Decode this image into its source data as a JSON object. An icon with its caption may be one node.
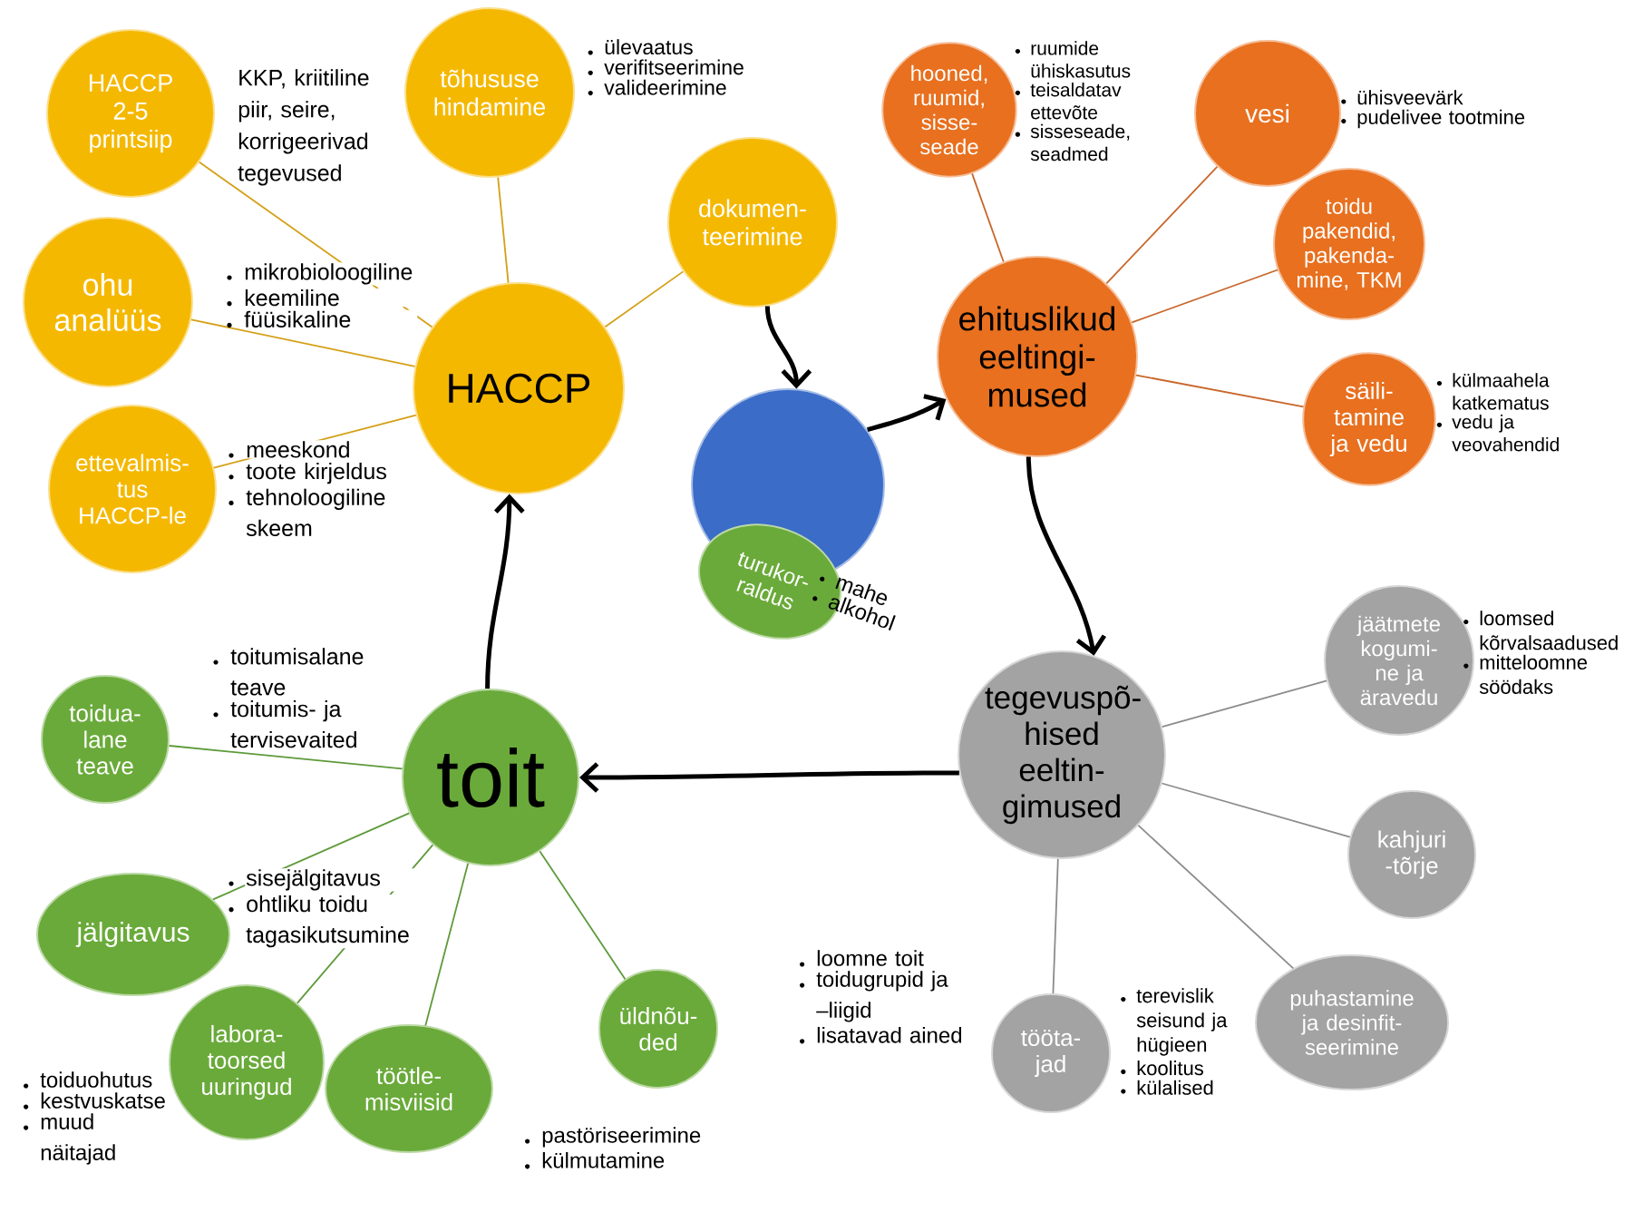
{
  "diagram": {
    "nodes": [
      {
        "text": [
          "HACCP"
        ]
      },
      {
        "text": [
          "HACCP 2-5 printsiip"
        ],
        "beside": [
          "KKP, kriitiline piir, seire, korrigeerivad tegevused"
        ]
      },
      {
        "text": [
          "tõhususe hindamine"
        ],
        "beside": [
          "ülevaatus",
          "verifitseerimine",
          "valideerimine"
        ]
      },
      {
        "text": [
          "dokumen- teerimine"
        ]
      },
      {
        "text": [
          "ohu analüüs"
        ],
        "beside": [
          "mikrobioloogiline",
          "keemiline",
          "füüsikaline"
        ]
      },
      {
        "text": [
          "ettevalmis-tus HACCP-le"
        ],
        "beside": [
          "meeskond",
          "toote kirjeldus",
          "tehnoloogiline skeem"
        ]
      },
      {
        "text": [],
        "shape": "circle"
      },
      {
        "text": [
          "turukor- raldus"
        ],
        "beside": [
          "mahe",
          "alkohol"
        ]
      },
      {
        "text": [
          "ehituslikud eeltingi- mused"
        ]
      },
      {
        "text": [
          "hooned, ruumid, sisse- seade"
        ],
        "beside": [
          "ruumide ühiskasutus",
          "teisaldatav ettevõte",
          "sisseseade, seadmed"
        ]
      },
      {
        "text": [
          "vesi"
        ],
        "beside": [
          "ühisveevärk",
          "pudelivee tootmine"
        ]
      },
      {
        "text": [
          "toidu pakendid, pakenda- mine, TKM"
        ]
      },
      {
        "text": [
          "säili- tamine ja vedu"
        ],
        "beside": [
          "külmaahela katkematus",
          "vedu ja veovahendid"
        ]
      },
      {
        "text": [
          "tegevuspõ- hised eeltin- gimused"
        ]
      },
      {
        "text": [
          "jäätmete kogumi- ne ja äravedu"
        ],
        "beside": [
          "loomsed kõrvalsaadused",
          "mitteloomne söödaks"
        ]
      },
      {
        "text": [
          "kahjuri -tõrje"
        ]
      },
      {
        "text": [
          "puhastamine ja desinfit- seerimine"
        ]
      },
      {
        "text": [
          "tööta- jad"
        ],
        "beside": [
          "terevislik seisund ja hügieen",
          "koolitus",
          "külalised"
        ]
      },
      {
        "text": [
          "toit"
        ]
      },
      {
        "text": [
          "toidua- lane teave"
        ],
        "beside": [
          "toitumisalane teave",
          "toitumis- ja tervisevaited"
        ]
      },
      {
        "text": [
          "jälgitavus"
        ],
        "beside": [
          "sisejälgitavus",
          "ohtliku toidu tagasikutsumine"
        ]
      },
      {
        "text": [
          "labora- toorsed uuringud"
        ],
        "beside": [
          "toiduohutus",
          "kestvuskatse",
          "muud näitajad"
        ]
      },
      {
        "text": [
          "töötle- misviisid"
        ],
        "beside": [
          "pastöriseerimine",
          "külmutamine"
        ]
      },
      {
        "text": [
          "üldnõu-ded"
        ],
        "beside": [
          "loomne toit",
          "toidugrupid ja –liigid",
          "lisatavad ained"
        ]
      }
    ],
    "edges": [
      {
        "from": 0,
        "to": 1,
        "arrow": "none",
        "color": "#d4a017"
      },
      {
        "from": 0,
        "to": 2,
        "arrow": "none",
        "color": "#d4a017"
      },
      {
        "from": 0,
        "to": 3,
        "arrow": "none",
        "color": "#d4a017"
      },
      {
        "from": 0,
        "to": 4,
        "arrow": "none",
        "color": "#d4a017"
      },
      {
        "from": 0,
        "to": 5,
        "arrow": "none",
        "color": "#d4a017"
      },
      {
        "from": 8,
        "to": 9,
        "arrow": "none",
        "color": "#c8662a"
      },
      {
        "from": 8,
        "to": 10,
        "arrow": "none",
        "color": "#c8662a"
      },
      {
        "from": 8,
        "to": 11,
        "arrow": "none",
        "color": "#c8662a"
      },
      {
        "from": 8,
        "to": 12,
        "arrow": "none",
        "color": "#c8662a"
      },
      {
        "from": 13,
        "to": 14,
        "arrow": "none",
        "color": "#8c8c8c"
      },
      {
        "from": 13,
        "to": 15,
        "arrow": "none",
        "color": "#8c8c8c"
      },
      {
        "from": 13,
        "to": 16,
        "arrow": "none",
        "color": "#8c8c8c"
      },
      {
        "from": 13,
        "to": 17,
        "arrow": "none",
        "color": "#8c8c8c"
      },
      {
        "from": 18,
        "to": 19,
        "arrow": "none",
        "color": "#5e9a3a"
      },
      {
        "from": 18,
        "to": 20,
        "arrow": "none",
        "color": "#5e9a3a"
      },
      {
        "from": 18,
        "to": 21,
        "arrow": "none",
        "color": "#5e9a3a"
      },
      {
        "from": 18,
        "to": 22,
        "arrow": "none",
        "color": "#5e9a3a"
      },
      {
        "from": 18,
        "to": 23,
        "arrow": "none",
        "color": "#5e9a3a"
      },
      {
        "from": 3,
        "to": 6,
        "arrow": "to",
        "style": "thick",
        "color": "#000000"
      },
      {
        "from": 6,
        "to": 8,
        "arrow": "to",
        "style": "thick",
        "color": "#000000"
      },
      {
        "from": 8,
        "to": 13,
        "arrow": "to",
        "style": "thick",
        "color": "#000000"
      },
      {
        "from": 13,
        "to": 18,
        "arrow": "to",
        "style": "thick",
        "color": "#000000"
      },
      {
        "from": 18,
        "to": 0,
        "arrow": "to",
        "style": "thick",
        "color": "#000000"
      }
    ]
  }
}
